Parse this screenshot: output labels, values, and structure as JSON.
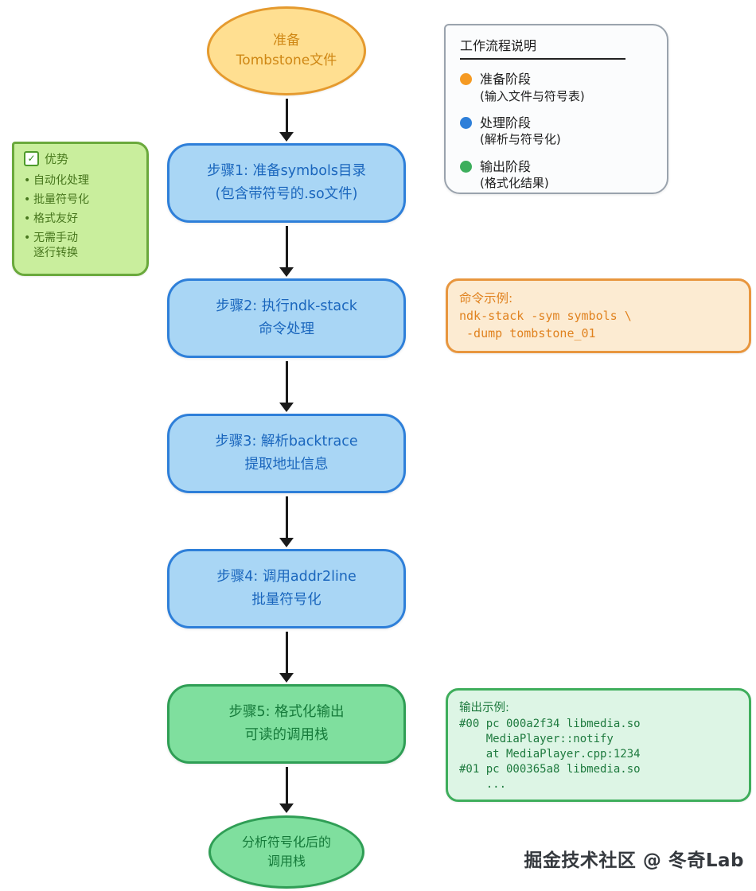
{
  "palette": {
    "prepare_orange": "#f59a23",
    "process_blue": "#2e7fd9",
    "output_green": "#3cae5c",
    "blue_fill": "#a9d6f5",
    "green_fill": "#7fdf9e",
    "yellow_fill": "#ffdf91",
    "advantage_fill": "#c9ee9d",
    "command_fill": "#fcebd2",
    "output_fill": "#ddf5e5",
    "arrow_black": "#1b1b1b"
  },
  "flow": {
    "start": {
      "lines": [
        "准备",
        "Tombstone文件"
      ]
    },
    "steps": [
      {
        "lines": [
          "步骤1: 准备symbols目录",
          "(包含带符号的.so文件)"
        ]
      },
      {
        "lines": [
          "步骤2: 执行ndk-stack",
          "命令处理"
        ]
      },
      {
        "lines": [
          "步骤3: 解析backtrace",
          "提取地址信息"
        ]
      },
      {
        "lines": [
          "步骤4: 调用addr2line",
          "批量符号化"
        ]
      },
      {
        "lines": [
          "步骤5: 格式化输出",
          "可读的调用栈"
        ]
      }
    ],
    "end": {
      "lines": [
        "分析符号化后的",
        "调用栈"
      ]
    }
  },
  "legend": {
    "title": "工作流程说明",
    "items": [
      {
        "color": "#f59a23",
        "label": "准备阶段",
        "sub": "(输入文件与符号表)"
      },
      {
        "color": "#2e7fd9",
        "label": "处理阶段",
        "sub": "(解析与符号化)"
      },
      {
        "color": "#3cae5c",
        "label": "输出阶段",
        "sub": "(格式化结果)"
      }
    ]
  },
  "advantages": {
    "title": "优势",
    "check_glyph": "✓",
    "items": [
      "自动化处理",
      "批量符号化",
      "格式友好",
      "无需手动\n逐行转换"
    ]
  },
  "command_note": {
    "title": "命令示例:",
    "code_lines": [
      "ndk-stack -sym symbols \\",
      " -dump tombstone_01"
    ]
  },
  "output_note": {
    "title": "输出示例:",
    "code_lines": [
      "#00 pc 000a2f34 libmedia.so",
      "    MediaPlayer::notify",
      "    at MediaPlayer.cpp:1234",
      "#01 pc 000365a8 libmedia.so",
      "    ..."
    ]
  },
  "watermark": "掘金技术社区 @ 冬奇Lab"
}
